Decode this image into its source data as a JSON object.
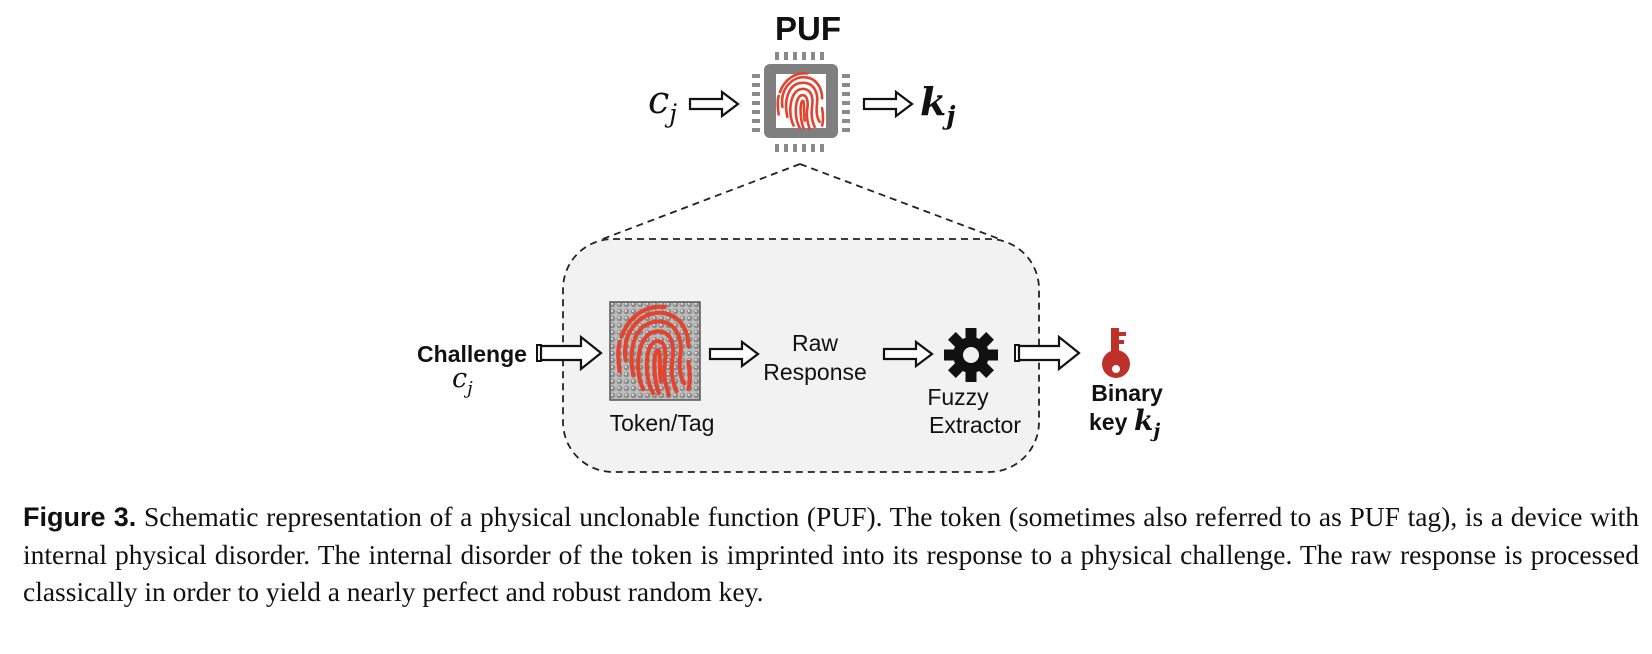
{
  "puf": {
    "title": "PUF",
    "input_symbol": "c",
    "input_subscript": "j",
    "output_symbol": "k",
    "output_subscript": "j"
  },
  "internals": {
    "challenge_label": "Challenge",
    "challenge_symbol": "c",
    "challenge_subscript": "j",
    "token_label": "Token/Tag",
    "raw_response_line1": "Raw",
    "raw_response_line2": "Response",
    "fuzzy_line1": "Fuzzy",
    "fuzzy_line2": "Extractor",
    "binary_line1": "Binary",
    "binary_line2": "key",
    "key_symbol": "k",
    "key_subscript": "j"
  },
  "icons": {
    "chip": "chip-icon",
    "fingerprint": "fingerprint-icon",
    "gear": "gear-icon",
    "key": "key-icon"
  },
  "colors": {
    "fingerprint": "#e2442f",
    "key": "#c0302a",
    "chip": "#7f7f7f",
    "box_fill": "#f2f2f2"
  },
  "caption": {
    "label": "Figure 3.",
    "text": " Schematic representation of a physical unclonable function (PUF). The token (sometimes also referred to as PUF tag), is a device with internal physical disorder. The internal disorder of the token is imprinted into its response to a physical challenge. The raw response is processed classically in order to yield a nearly perfect and robust random key."
  }
}
